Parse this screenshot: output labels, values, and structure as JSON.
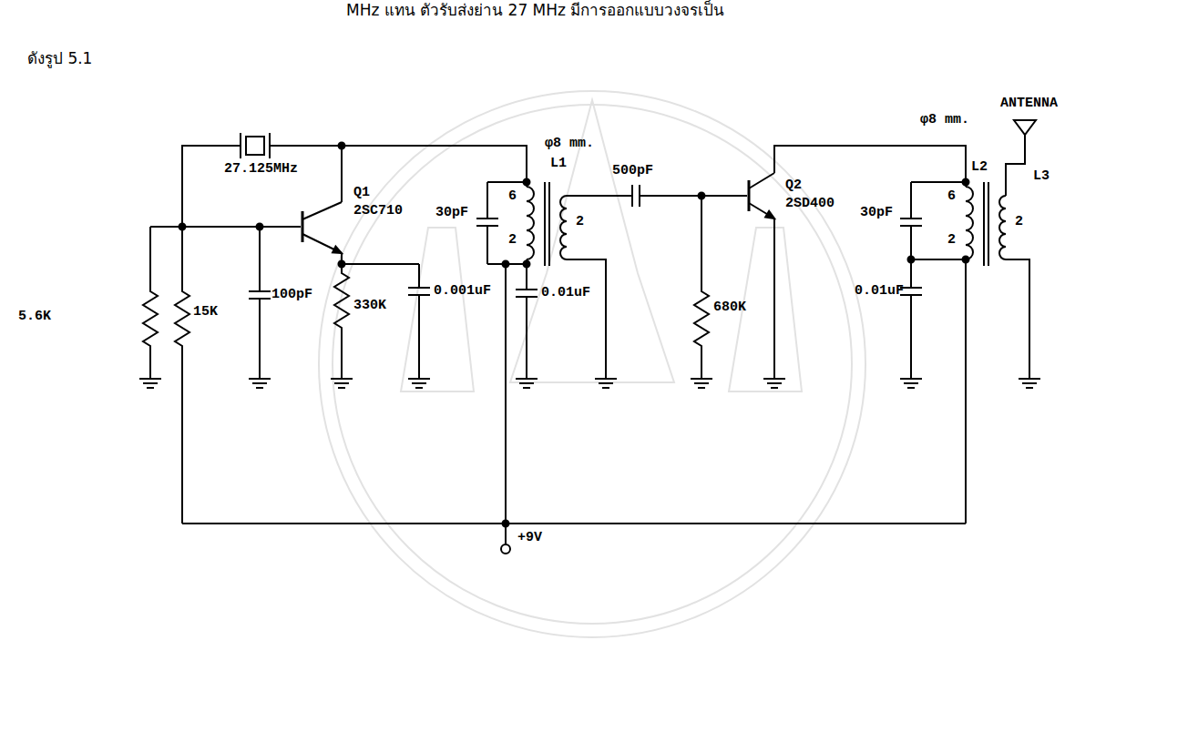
{
  "diagram": {
    "labels": [
      "MHz แทน ตัวรับส่งย่าน 27 MHz มีการออกแบบวงจรเป็น",
      "ดังรูป 5.1",
      "27.125MHz",
      "Q1",
      "2SC710",
      "30pF",
      "φ8 mm.",
      "L1",
      "6",
      "2",
      "2",
      "500pF",
      "Q2",
      "2SD400",
      "φ8 mm.",
      "L2",
      "L3",
      "ANTENNA",
      "6",
      "2",
      "2",
      "30pF",
      "0.01uF",
      "680K",
      "5.6K",
      "15K",
      "100pF",
      "330K",
      "0.001uF",
      "0.01uF",
      "+9V"
    ]
  }
}
